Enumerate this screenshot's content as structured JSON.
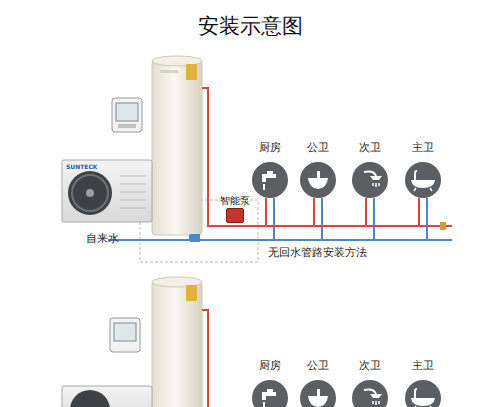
{
  "diagram": {
    "title": "安装示意图",
    "nodes": [
      {
        "text": [
          "厨房"
        ]
      },
      {
        "text": [
          "公卫"
        ]
      },
      {
        "text": [
          "次卫"
        ]
      },
      {
        "text": [
          "主卫"
        ]
      },
      {
        "text": [
          "智能泵"
        ]
      },
      {
        "text": [
          "厨房"
        ]
      },
      {
        "text": [
          "公卫"
        ]
      },
      {
        "text": [
          "次卫"
        ]
      },
      {
        "text": [
          "主卫"
        ]
      }
    ],
    "edges": [
      {
        "from": 0,
        "to": 1,
        "arrow": "none"
      },
      {
        "from": 1,
        "to": 2,
        "arrow": "none"
      },
      {
        "from": 2,
        "to": 3,
        "arrow": "none"
      }
    ],
    "labels": [
      "自来水",
      "无回水管路安装方法",
      "SUNTECK"
    ]
  }
}
